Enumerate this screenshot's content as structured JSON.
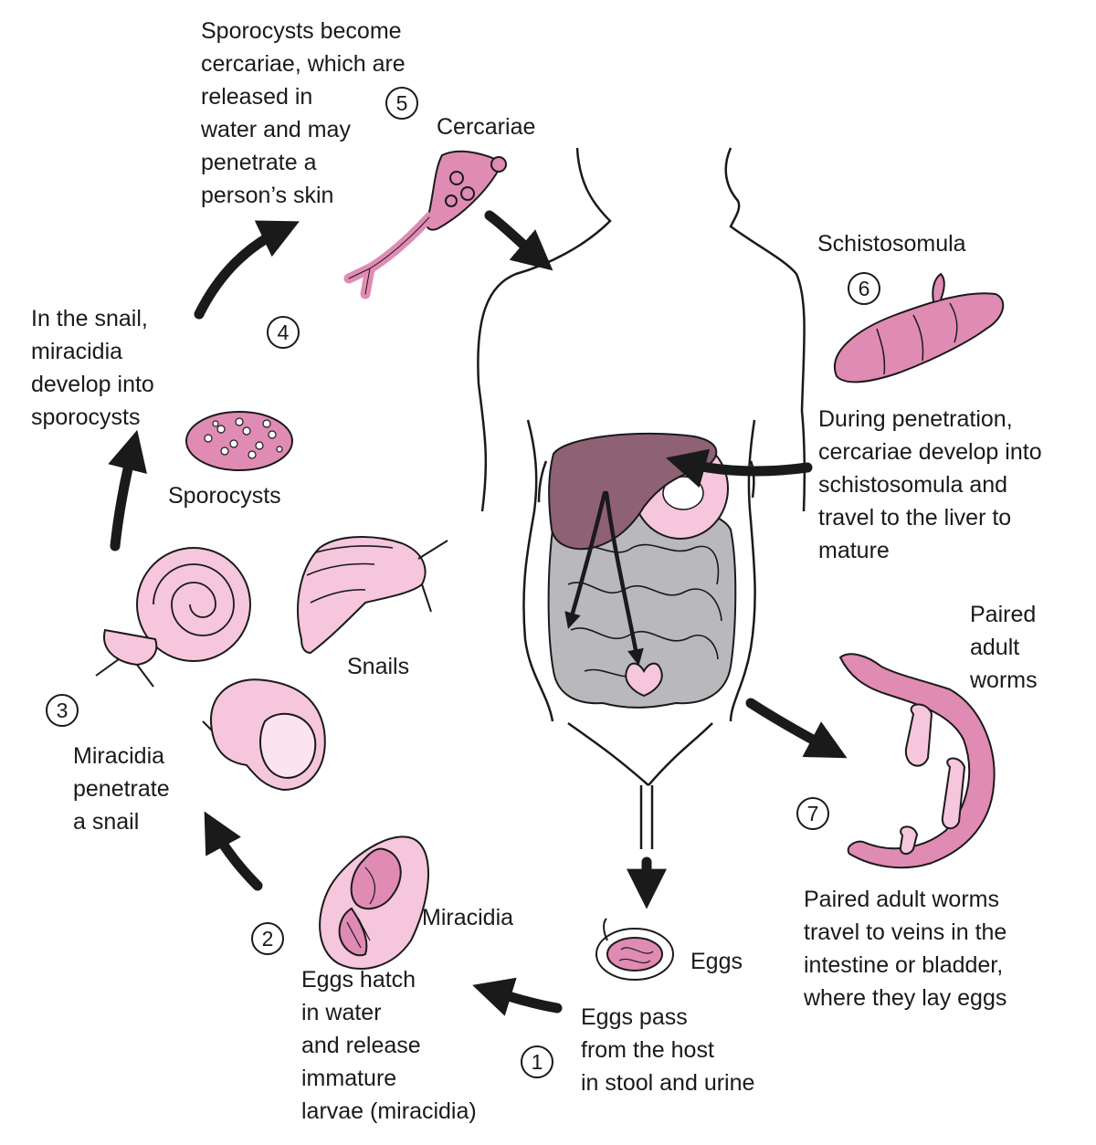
{
  "steps": [
    {
      "number": "1",
      "text": "Eggs pass\nfrom the host\nin stool and urine"
    },
    {
      "number": "2",
      "text": "Eggs hatch\nin water\nand release\nimmature\nlarvae (miracidia)"
    },
    {
      "number": "3",
      "text": "Miracidia\npenetrate\na snail"
    },
    {
      "number": "4",
      "text": "In the snail,\nmiracidia\ndevelop into\nsporocysts"
    },
    {
      "number": "5",
      "text": "Sporocysts become\ncercariae, which are\nreleased in\nwater and may\npenetrate a\nperson’s skin"
    },
    {
      "number": "6",
      "text": "During penetration,\ncercariae develop into\nschistosomula and\ntravel to the liver to\nmature"
    },
    {
      "number": "7",
      "text": "Paired adult worms\ntravel to veins in the\nintestine or bladder,\nwhere they lay eggs"
    }
  ],
  "labels": {
    "eggs": "Eggs",
    "miracidia": "Miracidia",
    "snails": "Snails",
    "sporocysts": "Sporocysts",
    "cercariae": "Cercariae",
    "schistosomula": "Schistosomula",
    "paired_adult_worms": "Paired\nadult\nworms"
  },
  "colors": {
    "organism_pink": "#e08bb4",
    "snail_pink": "#f6c6dc",
    "liver": "#8e6174",
    "intestine": "#b9b9bd",
    "outline": "#1a1a1a"
  }
}
